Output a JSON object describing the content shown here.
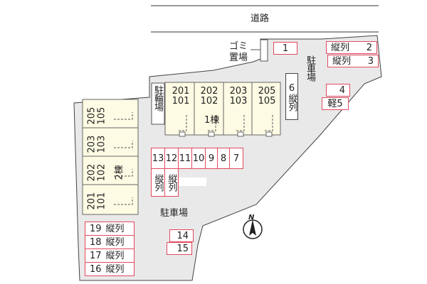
{
  "labels": {
    "road": "道路",
    "garbage_line1": "ゴミ",
    "garbage_line2": "置場",
    "parking": "駐車場",
    "bicycle": "駐輪場",
    "north": "N"
  },
  "building1": {
    "name": "1棟",
    "units": [
      {
        "upper": "201",
        "lower": "101"
      },
      {
        "upper": "202",
        "lower": "102"
      },
      {
        "upper": "203",
        "lower": "103"
      },
      {
        "upper": "205",
        "lower": "105"
      }
    ]
  },
  "building2": {
    "name": "2棟",
    "units": [
      {
        "upper": "205",
        "lower": "105"
      },
      {
        "upper": "203",
        "lower": "103"
      },
      {
        "upper": "202",
        "lower": "102"
      },
      {
        "upper": "201",
        "lower": "101"
      }
    ]
  },
  "slots": {
    "s1": "1",
    "s2": "2",
    "s2_label": "縦列",
    "s3": "3",
    "s3_label": "縦列",
    "s4": "4",
    "s5": "軽5",
    "s6": "6",
    "s6_label": "縦列",
    "s7": "7",
    "s8": "8",
    "s9": "9",
    "s10": "10",
    "s11": "11",
    "s12": "12",
    "s13": "13",
    "tandem_label": "縦列",
    "s14": "14",
    "s15": "15",
    "s16": "16",
    "s16_label": "縦列",
    "s17": "17",
    "s17_label": "縦列",
    "s18": "18",
    "s18_label": "縦列",
    "s19": "19",
    "s19_label": "縦列"
  },
  "colors": {
    "lot_fill": "#e9e9e9",
    "building_fill": "#fdfbe3",
    "slot_border": "#e24a5e"
  }
}
